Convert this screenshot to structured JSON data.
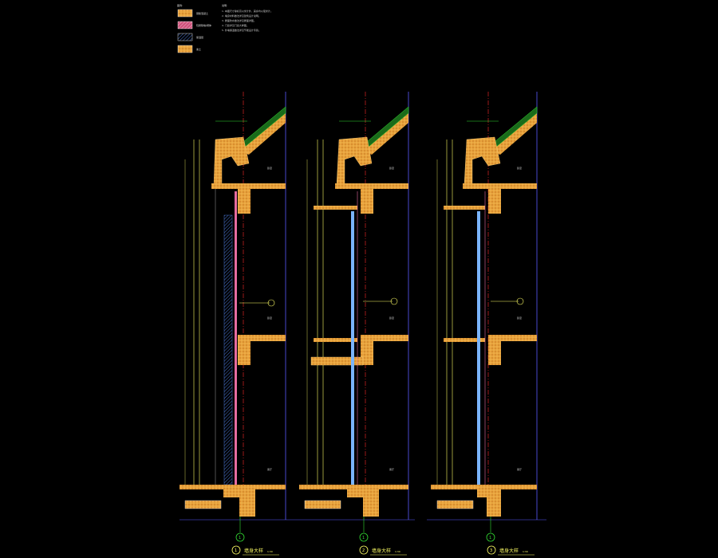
{
  "legend": {
    "title": "图例:",
    "items": [
      {
        "label": "钢筋混凝土",
        "color": "#e8a33c"
      },
      {
        "label": "轻质隔墙/砌体",
        "color": "#d0507a"
      },
      {
        "label": "保温层",
        "color": "#4a74d0"
      },
      {
        "label": "素土",
        "color": "#e8a33c"
      }
    ]
  },
  "notes": {
    "title": "说明:",
    "lines": [
      "1. 本图尺寸除标高以米计外，其余均以毫米计。",
      "2. 墙身材料做法详见建筑设计说明。",
      "3. 屋面防水做法详见屋面详图。",
      "4. 门窗详见门窗大样图。",
      "5. 外墙保温做法详见节能设计专篇。"
    ]
  },
  "details": [
    {
      "axis": "1",
      "number": "1",
      "title": "墙身大样",
      "scale": "1:30"
    },
    {
      "axis": "1",
      "number": "2",
      "title": "墙身大样",
      "scale": "1:30"
    },
    {
      "axis": "1",
      "number": "3",
      "title": "墙身大样",
      "scale": "1:30"
    }
  ],
  "room_labels": [
    "卧室",
    "卧室",
    "客厅"
  ],
  "colors": {
    "background": "#000000",
    "concrete": "#e8a33c",
    "dimension": "#ffff66",
    "green": "#33dd33",
    "axis": "#ff2a2a",
    "boundary": "#5a5aff",
    "glass": "#7ab4ff",
    "partition": "#e76ca0",
    "text": "#dddddd"
  }
}
